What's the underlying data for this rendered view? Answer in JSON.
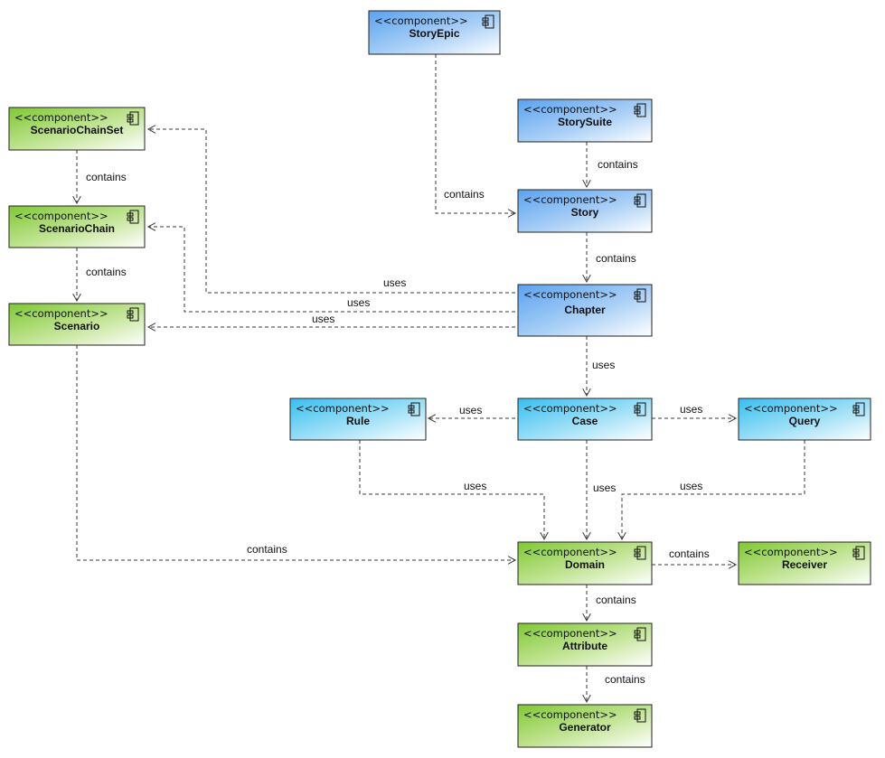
{
  "diagram": {
    "stereotype": "<<component>>",
    "components": [
      {
        "id": "storyepic",
        "name": "StoryEpic",
        "kind": "blue"
      },
      {
        "id": "storysuite",
        "name": "StorySuite",
        "kind": "blue"
      },
      {
        "id": "story",
        "name": "Story",
        "kind": "blue"
      },
      {
        "id": "chapter",
        "name": "Chapter",
        "kind": "blue"
      },
      {
        "id": "case",
        "name": "Case",
        "kind": "cyan"
      },
      {
        "id": "rule",
        "name": "Rule",
        "kind": "cyan"
      },
      {
        "id": "query",
        "name": "Query",
        "kind": "cyan"
      },
      {
        "id": "scenariochainset",
        "name": "ScenarioChainSet",
        "kind": "green"
      },
      {
        "id": "scenariochain",
        "name": "ScenarioChain",
        "kind": "green"
      },
      {
        "id": "scenario",
        "name": "Scenario",
        "kind": "green"
      },
      {
        "id": "domain",
        "name": "Domain",
        "kind": "green"
      },
      {
        "id": "receiver",
        "name": "Receiver",
        "kind": "green"
      },
      {
        "id": "attribute",
        "name": "Attribute",
        "kind": "green"
      },
      {
        "id": "generator",
        "name": "Generator",
        "kind": "green"
      }
    ],
    "relations": [
      {
        "from": "storyepic",
        "to": "story",
        "label": "contains"
      },
      {
        "from": "storysuite",
        "to": "story",
        "label": "contains"
      },
      {
        "from": "story",
        "to": "chapter",
        "label": "contains"
      },
      {
        "from": "scenariochainset",
        "to": "scenariochain",
        "label": "contains"
      },
      {
        "from": "scenariochain",
        "to": "scenario",
        "label": "contains"
      },
      {
        "from": "chapter",
        "to": "scenariochainset",
        "label": "uses"
      },
      {
        "from": "chapter",
        "to": "scenariochain",
        "label": "uses"
      },
      {
        "from": "chapter",
        "to": "scenario",
        "label": "uses"
      },
      {
        "from": "chapter",
        "to": "case",
        "label": "uses"
      },
      {
        "from": "case",
        "to": "rule",
        "label": "uses"
      },
      {
        "from": "case",
        "to": "query",
        "label": "uses"
      },
      {
        "from": "rule",
        "to": "domain",
        "label": "uses"
      },
      {
        "from": "case",
        "to": "domain",
        "label": "uses"
      },
      {
        "from": "query",
        "to": "domain",
        "label": "uses"
      },
      {
        "from": "scenario",
        "to": "domain",
        "label": "contains"
      },
      {
        "from": "domain",
        "to": "receiver",
        "label": "contains"
      },
      {
        "from": "domain",
        "to": "attribute",
        "label": "contains"
      },
      {
        "from": "attribute",
        "to": "generator",
        "label": "contains"
      }
    ]
  },
  "colors": {
    "blue": "#5aa2f0",
    "cyan": "#3fc4f0",
    "green": "#88cc3a",
    "stroke": "#222222"
  }
}
